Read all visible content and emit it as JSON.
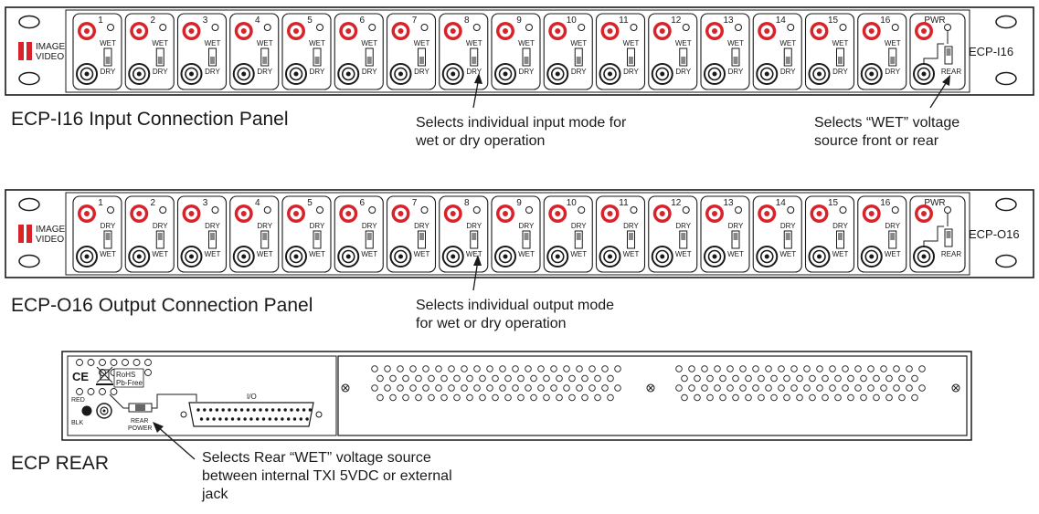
{
  "panels": {
    "input": {
      "model": "ECP-I16",
      "caption": "ECP-I16 Input Connection Panel",
      "switch_top": "WET",
      "switch_bottom": "DRY",
      "note_lines": [
        "Selects individual input mode for",
        "wet or dry operation"
      ],
      "pwr_note_lines": [
        "Selects “WET” voltage",
        "source front or rear"
      ]
    },
    "output": {
      "model": "ECP-O16",
      "caption": "ECP-O16 Output Connection Panel",
      "switch_top": "DRY",
      "switch_bottom": "WET",
      "note_lines": [
        "Selects individual output mode",
        "for wet or dry operation"
      ]
    },
    "rear": {
      "caption": "ECP REAR",
      "note_lines": [
        "Selects Rear “WET” voltage source",
        "between internal TXI 5VDC or external",
        "jack"
      ],
      "rohs": "RoHS",
      "pbfree": "Pb-Free",
      "ce": "CE",
      "red": "RED",
      "blk": "BLK",
      "rear_power_1": "REAR",
      "rear_power_2": "POWER",
      "io": "I/O"
    }
  },
  "channels": [
    "1",
    "2",
    "3",
    "4",
    "5",
    "6",
    "7",
    "8",
    "9",
    "10",
    "11",
    "12",
    "13",
    "14",
    "15",
    "16"
  ],
  "pwr": {
    "label": "PWR",
    "rear": "REAR"
  },
  "logo": {
    "line1": "IMAGE",
    "line2": "VIDEO"
  },
  "colors": {
    "accent_red": "#d8232a",
    "ink": "#1a1a1a"
  }
}
